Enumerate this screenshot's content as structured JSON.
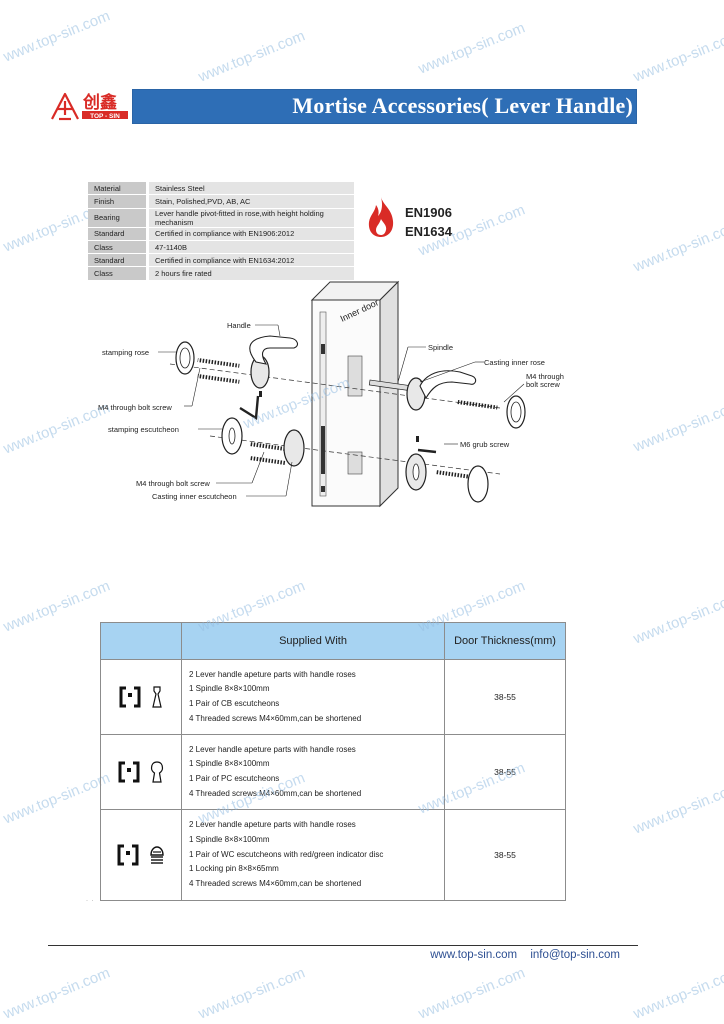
{
  "watermark": "www.top-sin.com",
  "brand": {
    "chinese": "创鑫",
    "latin": "TOP - SIN",
    "accent": "#d92b26",
    "bar": "#2e6eb6"
  },
  "title": "Mortise Accessories( Lever Handle)",
  "specs": [
    {
      "key": "Material",
      "value": "Stainless Steel"
    },
    {
      "key": "Finish",
      "value": "Stain, Polished,PVD, AB, AC"
    },
    {
      "key": "Bearing",
      "value": "Lever handle pivot-fitted in rose,with height holding mechanism"
    },
    {
      "key": "Standard",
      "value": "Certified in compliance with EN1906:2012"
    },
    {
      "key": "Class",
      "value": "47-1140B"
    },
    {
      "key": "Standard",
      "value": "Certified in compliance with EN1634:2012"
    },
    {
      "key": "Class",
      "value": "2 hours fire rated"
    }
  ],
  "standards": [
    "EN1906",
    "EN1634"
  ],
  "diagram": {
    "door_label": "Inner door",
    "labels": {
      "handle": "Handle",
      "stamping_rose": "stamping rose",
      "m4_left": "M4 through bolt screw",
      "stamping_escutcheon": "stamping escutcheon",
      "m4_bottom": "M4 through bolt screw",
      "casting_inner_escutcheon": "Casting inner escutcheon",
      "spindle": "Spindle",
      "casting_inner_rose": "Casting inner rose",
      "m4_right_1": "M4 through",
      "m4_right_2": "bolt screw",
      "m6_grub": "M6 grub screw"
    }
  },
  "supply_table": {
    "headers": [
      "",
      "Supplied With",
      "Door Thickness(mm)"
    ],
    "rows": [
      {
        "icon": "cb-keyhole-icon",
        "items": [
          "2 Lever handle apeture parts with handle roses",
          "1 Spindle 8×8×100mm",
          "1 Pair of CB escutcheons",
          "4 Threaded screws M4×60mm,can be shortened"
        ],
        "thickness": "38-55"
      },
      {
        "icon": "pc-keyhole-icon",
        "items": [
          "2 Lever handle apeture parts with handle roses",
          "1 Spindle 8×8×100mm",
          "1 Pair of PC escutcheons",
          "4 Threaded screws M4×60mm,can be shortened"
        ],
        "thickness": "38-55"
      },
      {
        "icon": "wc-indicator-icon",
        "items": [
          "2 Lever handle apeture parts with handle roses",
          "1 Spindle 8×8×100mm",
          "1 Pair of WC escutcheons with red/green indicator disc",
          "1 Locking pin 8×8×65mm",
          "4 Threaded screws M4×60mm,can be shortened"
        ],
        "thickness": "38-55"
      }
    ]
  },
  "footer": {
    "website": "www.top-sin.com",
    "email": "info@top-sin.com"
  }
}
